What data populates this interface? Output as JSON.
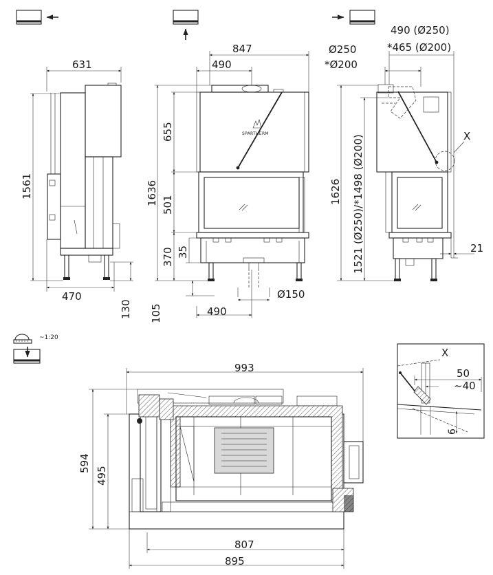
{
  "view_icons": {
    "left": "view-left",
    "front": "view-front",
    "right": "view-right",
    "top": "view-top"
  },
  "scale": {
    "label": "~1:20",
    "icon": "ruler-scale-icon"
  },
  "side_left": {
    "width": "631",
    "height": "1561",
    "depth": "470",
    "legs": "130"
  },
  "front": {
    "width": "847",
    "offset": "490",
    "h_total": "1636",
    "h_top": "655",
    "h_glass": "501",
    "h_bottom": "370",
    "h_step": "35",
    "h_legs": "105",
    "duct": "Ø150",
    "duct_offset": "490",
    "logo": "SPARTHERM"
  },
  "side_right": {
    "flue_a": "Ø250",
    "flue_b": "*Ø200",
    "top_1": "490 (Ø250)",
    "top_2": "*465 (Ø200)",
    "h_total": "1626",
    "h_flue": "1521 (Ø250)/*1498 (Ø200)",
    "side": "21",
    "detail_ref": "X"
  },
  "plan": {
    "width": "993",
    "depth_total": "594",
    "depth_inner": "495",
    "bottom_1": "807",
    "bottom_2": "895"
  },
  "detail": {
    "title": "X",
    "dim_50": "50",
    "dim_40": "~40",
    "dim_6": "6"
  }
}
